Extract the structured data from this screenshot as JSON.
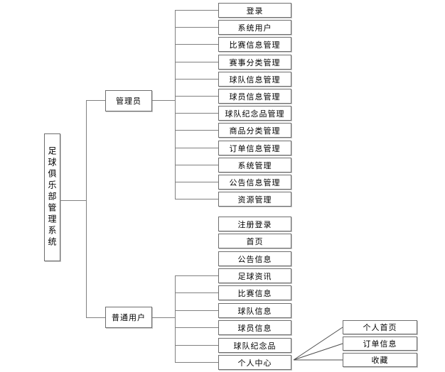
{
  "diagram": {
    "root": {
      "label": "足球俱乐部管理系统"
    },
    "branches": [
      {
        "actor": "管理员",
        "features": [
          "登录",
          "系统用户",
          "比赛信息管理",
          "赛事分类管理",
          "球队信息管理",
          "球员信息管理",
          "球队纪念品管理",
          "商品分类管理",
          "订单信息管理",
          "系统管理",
          "公告信息管理",
          "资源管理"
        ]
      },
      {
        "actor": "普通用户",
        "features": [
          "注册登录",
          "首页",
          "公告信息",
          "足球资讯",
          "比赛信息",
          "球队信息",
          "球员信息",
          "球队纪念品",
          "个人中心"
        ],
        "personal_center_children": [
          "个人首页",
          "订单信息",
          "收藏"
        ]
      }
    ],
    "colors": {
      "background": "#ffffff",
      "line": "#808080",
      "box_border": "#6e6e6e",
      "text": "#000000"
    }
  }
}
